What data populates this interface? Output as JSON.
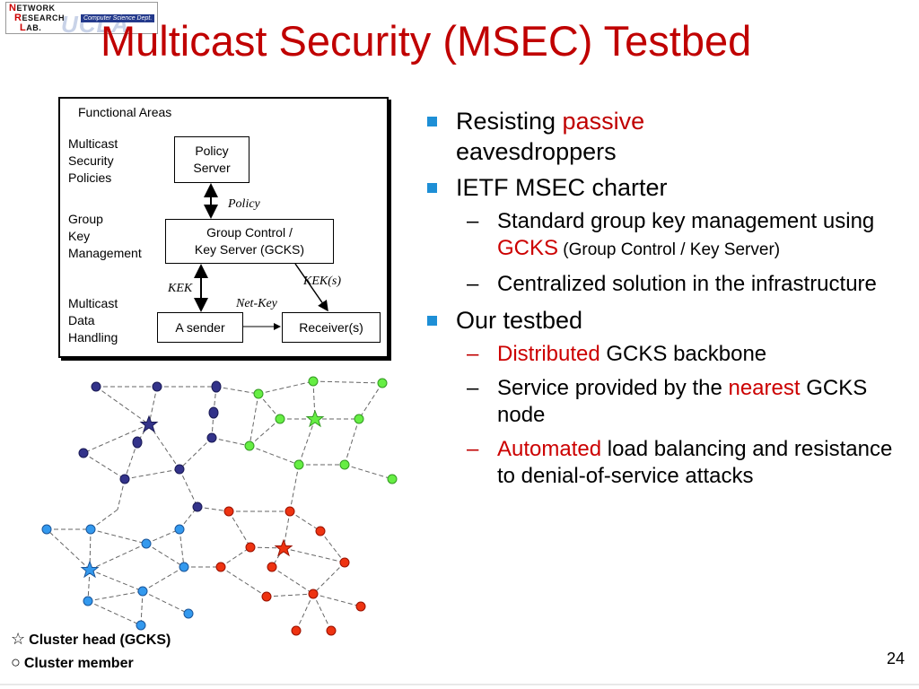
{
  "logo": {
    "line1_cap": "N",
    "line1_rest": "ETWORK",
    "line2_cap": "R",
    "line2_rest": "ESEARCH",
    "line3_cap": "L",
    "line3_rest": "AB.",
    "dept": "Computer Science Dept.",
    "watermark": "UCLA"
  },
  "title": "Multicast Security (MSEC) Testbed",
  "functional_areas": {
    "header": "Functional Areas",
    "row1": [
      "Multicast",
      "Security",
      "Policies"
    ],
    "row2": [
      "Group",
      "Key",
      "Management"
    ],
    "row3": [
      "Multicast",
      "Data",
      "Handling"
    ],
    "policy_server": [
      "Policy",
      "Server"
    ],
    "gcks": [
      "Group Control /",
      "Key Server  (GCKS)"
    ],
    "sender": "A sender",
    "receivers": "Receiver(s)",
    "policy_label": "Policy",
    "kek_label": "KEK",
    "kek_s_label": "KEK(s)",
    "netkey_label": "Net-Key"
  },
  "bullets": {
    "b1_pre": "Resisting ",
    "b1_red": "passive",
    "b1_post": "eavesdroppers",
    "b2": "IETF MSEC charter",
    "b2_sub1_pre": "Standard group key management using ",
    "b2_sub1_red": "GCKS",
    "b2_sub1_small": " (Group Control / Key Server)",
    "b2_sub2": "Centralized solution in the infrastructure",
    "b3": "Our testbed",
    "b3_sub1_red": "Distributed",
    "b3_sub1_post": " GCKS backbone",
    "b3_sub2_pre": "Service provided by the ",
    "b3_sub2_red": "nearest",
    "b3_sub2_post": " GCKS node",
    "b3_sub3_red": "Automated",
    "b3_sub3_post": " load balancing and resistance to denial-of-service attacks"
  },
  "legend": {
    "head_symbol": "☆",
    "head": "Cluster head (GCKS)",
    "member_symbol": "○",
    "member": "Cluster member"
  },
  "colors": {
    "title_red": "#c00000",
    "bullet_blue": "#1e8fd6",
    "node_navy": "#33338a",
    "node_green": "#66ee44",
    "node_red": "#ee3311",
    "node_blue": "#3399ee"
  },
  "page_number": "24"
}
